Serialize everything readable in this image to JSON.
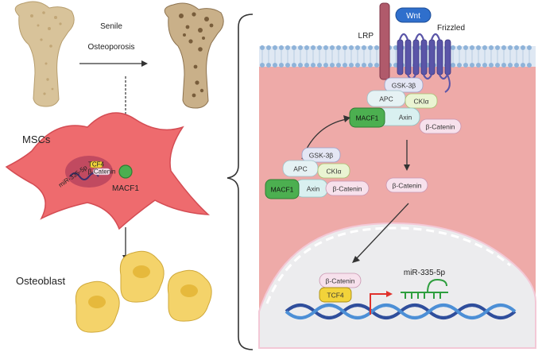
{
  "labels": {
    "senile_osteoporosis_line1": "Senile",
    "senile_osteoporosis_line2": "Osteoporosis",
    "mscs": "MSCs",
    "macf1": "MACF1",
    "osteoblast": "Osteoblast",
    "lrp": "LRP",
    "wnt": "Wnt",
    "frizzled": "Frizzled",
    "mir335": "miR-335-5p",
    "cell_mir_small": "miR-335-5p",
    "cell_tcf4_small": "TCF4",
    "cell_bcatenin_small": "β-Catenin"
  },
  "upper_complex": {
    "gsk3b": "GSK-3β",
    "apc": "APC",
    "ck1a": "CKIα",
    "macf1": "MACF1",
    "axin": "Axin"
  },
  "lower_complex": {
    "gsk3b": "GSK-3β",
    "apc": "APC",
    "ck1a": "CKIα",
    "macf1": "MACF1",
    "axin": "Axin",
    "bcatenin": "β-Catenin"
  },
  "free_bcatenin_1": "β-Catenin",
  "free_bcatenin_2": "β-Catenin",
  "nucleus": {
    "bcatenin": "β-Catenin",
    "tcf4": "TCF4"
  },
  "colors": {
    "cytoplasm": "#eeaaa8",
    "msc_cell": "#ee6b6e",
    "macf1_green": "#4caf50",
    "tcf4_yellow": "#f2d33a",
    "wnt_blue": "#2f6fcc",
    "frizzled_purple": "#5a55a8",
    "lrp_maroon": "#b05a6b",
    "bone_tan": "#d8c39a",
    "osteoblast_yellow": "#f4d36a"
  }
}
